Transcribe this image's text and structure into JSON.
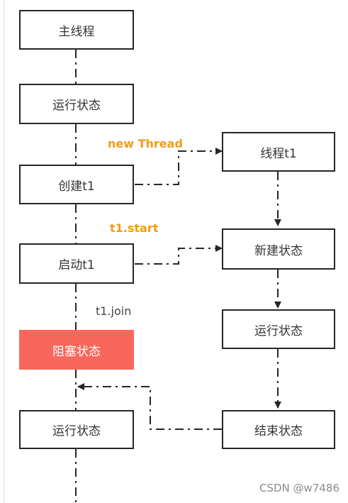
{
  "main_column": {
    "nodes": [
      {
        "id": "main",
        "label": "主线程"
      },
      {
        "id": "run1",
        "label": "运行状态"
      },
      {
        "id": "create",
        "label": "创建t1"
      },
      {
        "id": "start",
        "label": "启动t1"
      },
      {
        "id": "blocked",
        "label": "阻塞状态"
      },
      {
        "id": "run2",
        "label": "运行状态"
      }
    ]
  },
  "thread_column": {
    "nodes": [
      {
        "id": "t1",
        "label": "线程t1"
      },
      {
        "id": "new",
        "label": "新建状态"
      },
      {
        "id": "run",
        "label": "运行状态"
      },
      {
        "id": "end",
        "label": "结束状态"
      }
    ]
  },
  "edge_labels": {
    "new_thread": "new Thread",
    "t1_start": "t1.start",
    "t1_join": "t1.join"
  },
  "colors": {
    "accent": "#f39c12",
    "blocked_fill": "#f8675b",
    "line": "#262626"
  },
  "watermark": "CSDN @w7486"
}
